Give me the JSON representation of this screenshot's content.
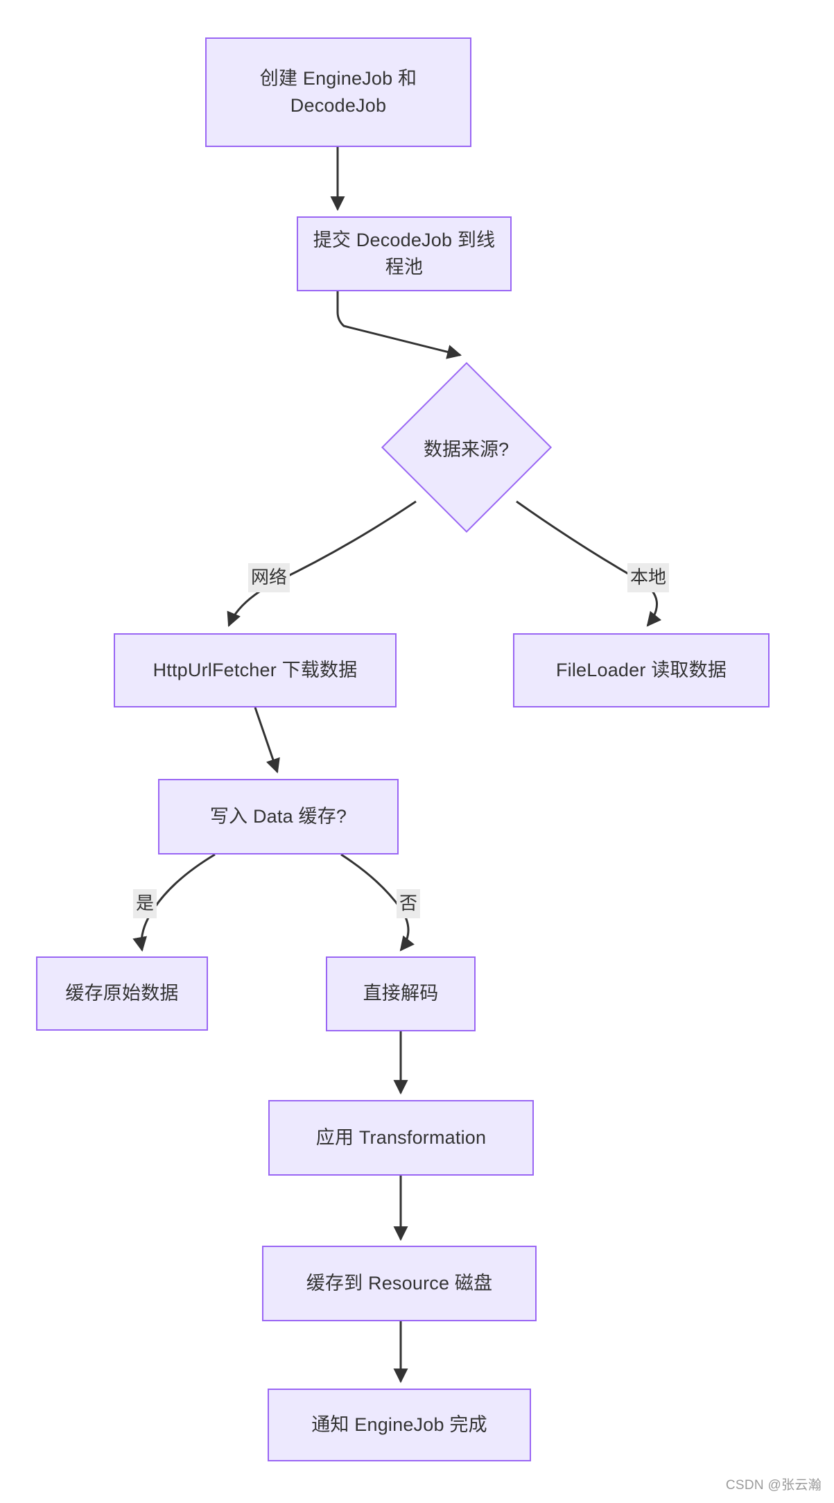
{
  "diagram": {
    "type": "flowchart",
    "direction": "top-down",
    "title_text": "",
    "theme": {
      "node_fill": "#ede9fe",
      "node_border": "#9965f4",
      "node_text": "#333333",
      "edge_stroke": "#333333",
      "edge_label_bg": "#ebebeb",
      "background": "#ffffff"
    },
    "nodes": [
      {
        "id": "n1",
        "shape": "rect",
        "label": "创建 EngineJob 和\nDecodeJob"
      },
      {
        "id": "n2",
        "shape": "rect",
        "label": "提交 DecodeJob 到线程池"
      },
      {
        "id": "n3",
        "shape": "diamond",
        "label": "数据来源?"
      },
      {
        "id": "n4",
        "shape": "rect",
        "label": "HttpUrlFetcher 下载数据"
      },
      {
        "id": "n5",
        "shape": "rect",
        "label": "FileLoader 读取数据"
      },
      {
        "id": "n6",
        "shape": "rect",
        "label": "写入 Data 缓存?"
      },
      {
        "id": "n7",
        "shape": "rect",
        "label": "缓存原始数据"
      },
      {
        "id": "n8",
        "shape": "rect",
        "label": "直接解码"
      },
      {
        "id": "n9",
        "shape": "rect",
        "label": "应用 Transformation"
      },
      {
        "id": "n10",
        "shape": "rect",
        "label": "缓存到 Resource 磁盘"
      },
      {
        "id": "n11",
        "shape": "rect",
        "label": "通知 EngineJob 完成"
      }
    ],
    "edges": [
      {
        "from": "n1",
        "to": "n2",
        "label": ""
      },
      {
        "from": "n2",
        "to": "n3",
        "label": ""
      },
      {
        "from": "n3",
        "to": "n4",
        "label": "网络"
      },
      {
        "from": "n3",
        "to": "n5",
        "label": "本地"
      },
      {
        "from": "n4",
        "to": "n6",
        "label": ""
      },
      {
        "from": "n6",
        "to": "n7",
        "label": "是"
      },
      {
        "from": "n6",
        "to": "n8",
        "label": "否"
      },
      {
        "from": "n8",
        "to": "n9",
        "label": ""
      },
      {
        "from": "n9",
        "to": "n10",
        "label": ""
      },
      {
        "from": "n10",
        "to": "n11",
        "label": ""
      }
    ]
  },
  "watermark": {
    "text": "CSDN @张云瀚"
  }
}
